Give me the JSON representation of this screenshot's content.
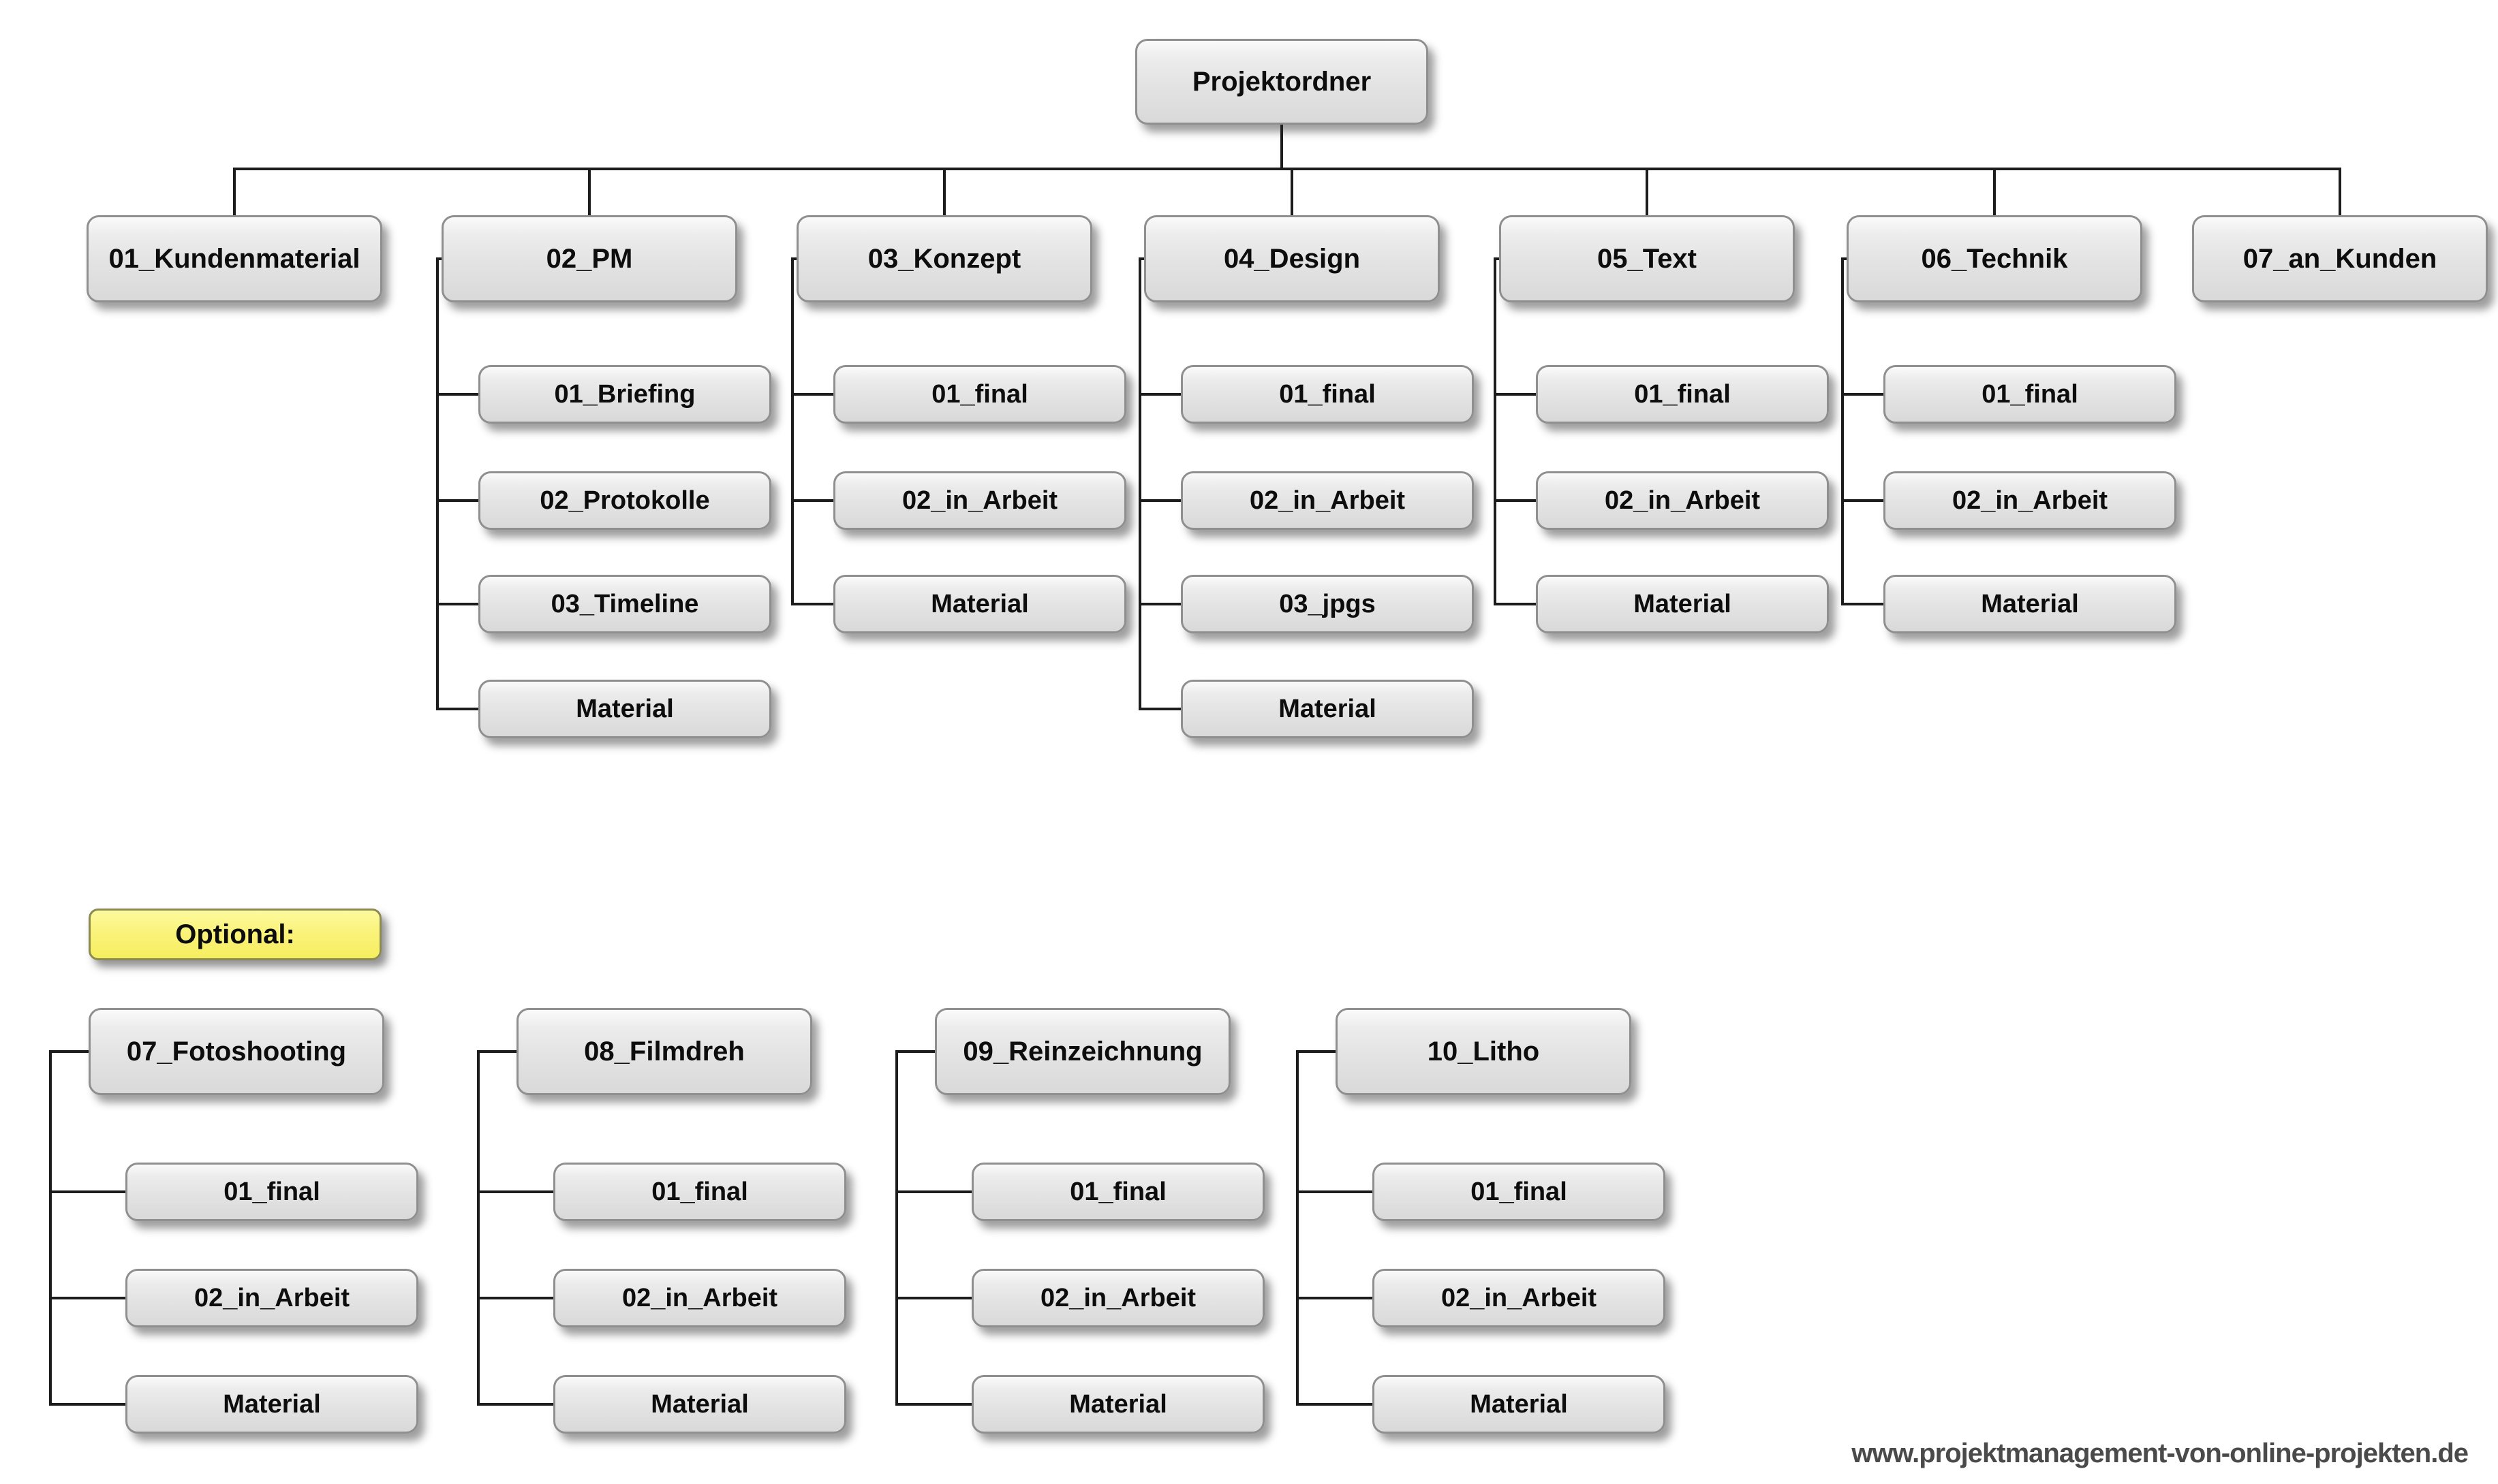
{
  "root": {
    "label": "Projektordner"
  },
  "main_folders": [
    {
      "label": "01_Kundenmaterial",
      "children": []
    },
    {
      "label": "02_PM",
      "children": [
        "01_Briefing",
        "02_Protokolle",
        "03_Timeline",
        "Material"
      ]
    },
    {
      "label": "03_Konzept",
      "children": [
        "01_final",
        "02_in_Arbeit",
        "Material"
      ]
    },
    {
      "label": "04_Design",
      "children": [
        "01_final",
        "02_in_Arbeit",
        "03_jpgs",
        "Material"
      ]
    },
    {
      "label": "05_Text",
      "children": [
        "01_final",
        "02_in_Arbeit",
        "Material"
      ]
    },
    {
      "label": "06_Technik",
      "children": [
        "01_final",
        "02_in_Arbeit",
        "Material"
      ]
    },
    {
      "label": "07_an_Kunden",
      "children": []
    }
  ],
  "optional_label": "Optional:",
  "optional_folders": [
    {
      "label": "07_Fotoshooting",
      "children": [
        "01_final",
        "02_in_Arbeit",
        "Material"
      ]
    },
    {
      "label": "08_Filmdreh",
      "children": [
        "01_final",
        "02_in_Arbeit",
        "Material"
      ]
    },
    {
      "label": "09_Reinzeichnung",
      "children": [
        "01_final",
        "02_in_Arbeit",
        "Material"
      ]
    },
    {
      "label": "10_Litho",
      "children": [
        "01_final",
        "02_in_Arbeit",
        "Material"
      ]
    }
  ],
  "footer": {
    "website": "www.projektmanagement-von-online-projekten.de"
  },
  "colors": {
    "background": "#ffffff",
    "box_fill": "#e3e3e3",
    "box_border": "#8f8f8f",
    "optional_fill": "#faf37b",
    "optional_border": "#8a8a52",
    "line": "#1c1c1c",
    "footer_text": "#4a4a4a"
  }
}
